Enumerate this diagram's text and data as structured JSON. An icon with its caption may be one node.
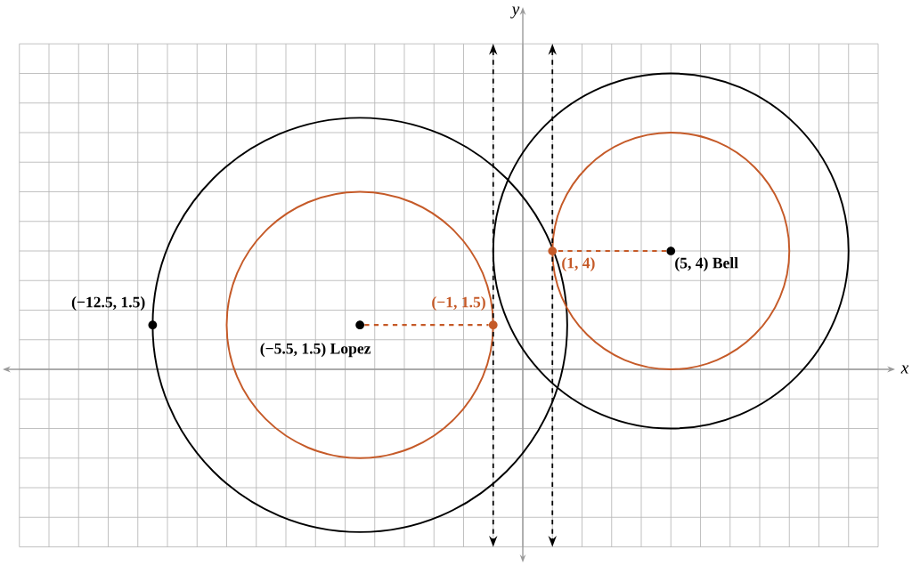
{
  "diagram": {
    "nodes": [
      {
        "text": [],
        "shape": "circle",
        "beside": [
          "(−12.5, 1.5)"
        ]
      },
      {
        "text": [],
        "shape": "circle",
        "beside": [
          "(−5.5, 1.5) Lopez"
        ]
      },
      {
        "text": [],
        "shape": "circle",
        "beside": [
          "(−1, 1.5)"
        ]
      },
      {
        "text": [],
        "shape": "circle",
        "beside": [
          "(1, 4)"
        ]
      },
      {
        "text": [],
        "shape": "circle",
        "beside": [
          "(5, 4) Bell"
        ]
      }
    ],
    "edges": [
      {
        "from": 1,
        "to": 2,
        "arrow": "none",
        "style": "dashed",
        "color": "#c55a28"
      },
      {
        "from": 4,
        "to": 3,
        "arrow": "none",
        "style": "dashed",
        "color": "#c55a28"
      }
    ],
    "labels": [
      "y",
      "x"
    ]
  }
}
